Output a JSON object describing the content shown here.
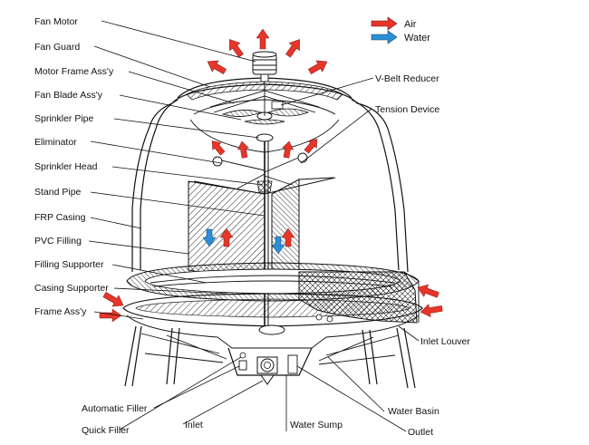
{
  "legend": {
    "air": "Air",
    "water": "Water",
    "air_color": "#e8352a",
    "water_color": "#2a8fd6"
  },
  "labels": {
    "fan_motor": "Fan Motor",
    "fan_guard": "Fan Guard",
    "motor_frame": "Motor Frame Ass'y",
    "fan_blade": "Fan Blade Ass'y",
    "sprinkler_pipe": "Sprinkler Pipe",
    "eliminator": "Eliminator",
    "sprinkler_head": "Sprinkler Head",
    "stand_pipe": "Stand Pipe",
    "frp_casing": "FRP Casing",
    "pvc_filling": "PVC Filling",
    "filling_supporter": "Filling Supporter",
    "casing_supporter": "Casing Supporter",
    "frame_assy": "Frame Ass'y",
    "vbelt_reducer": "V-Belt Reducer",
    "tension_device": "Tension Device",
    "inlet_louver": "Inlet Louver",
    "automatic_filler": "Automatic Filler",
    "quick_filler": "Quick Filler",
    "inlet": "Inlet",
    "water_sump": "Water Sump",
    "water_basin": "Water Basin",
    "outlet": "Outlet"
  }
}
